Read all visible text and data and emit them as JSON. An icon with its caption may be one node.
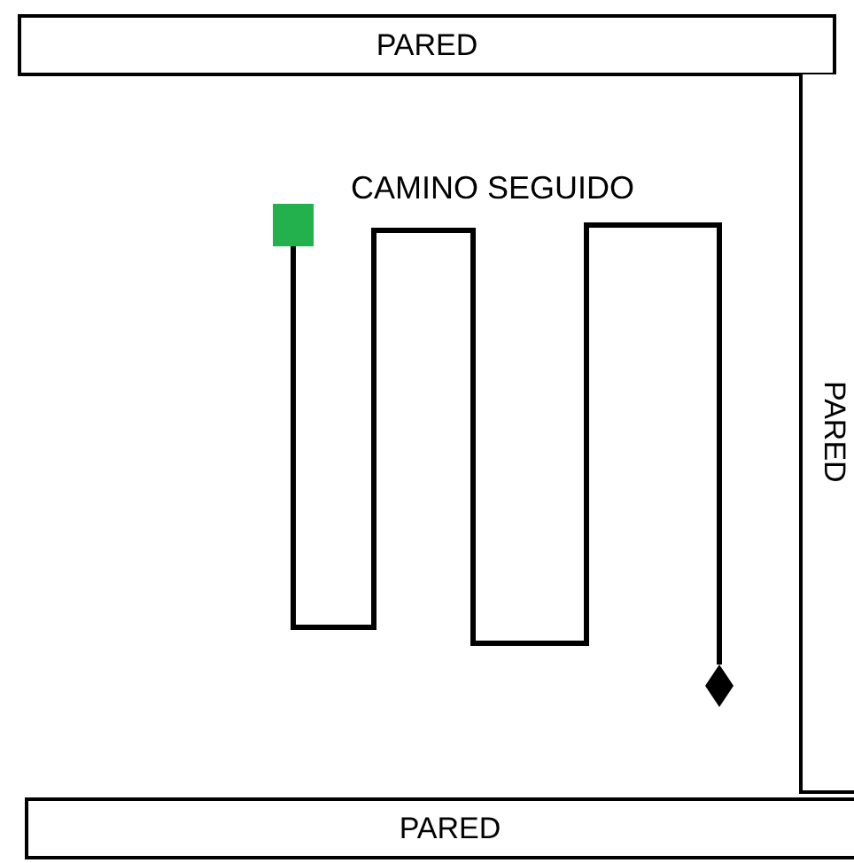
{
  "diagram": {
    "nodes": [
      {
        "text": [
          "PARED"
        ]
      },
      {
        "text": [
          "PARED"
        ]
      },
      {
        "text": [
          "PARED"
        ]
      },
      {
        "text": [],
        "shape": "box"
      },
      {
        "text": [],
        "shape": "diamond"
      }
    ],
    "edges": [
      {
        "from": 3,
        "to": 4,
        "arrow": "none"
      }
    ],
    "labels": [
      "CAMINO SEGUIDO"
    ]
  }
}
